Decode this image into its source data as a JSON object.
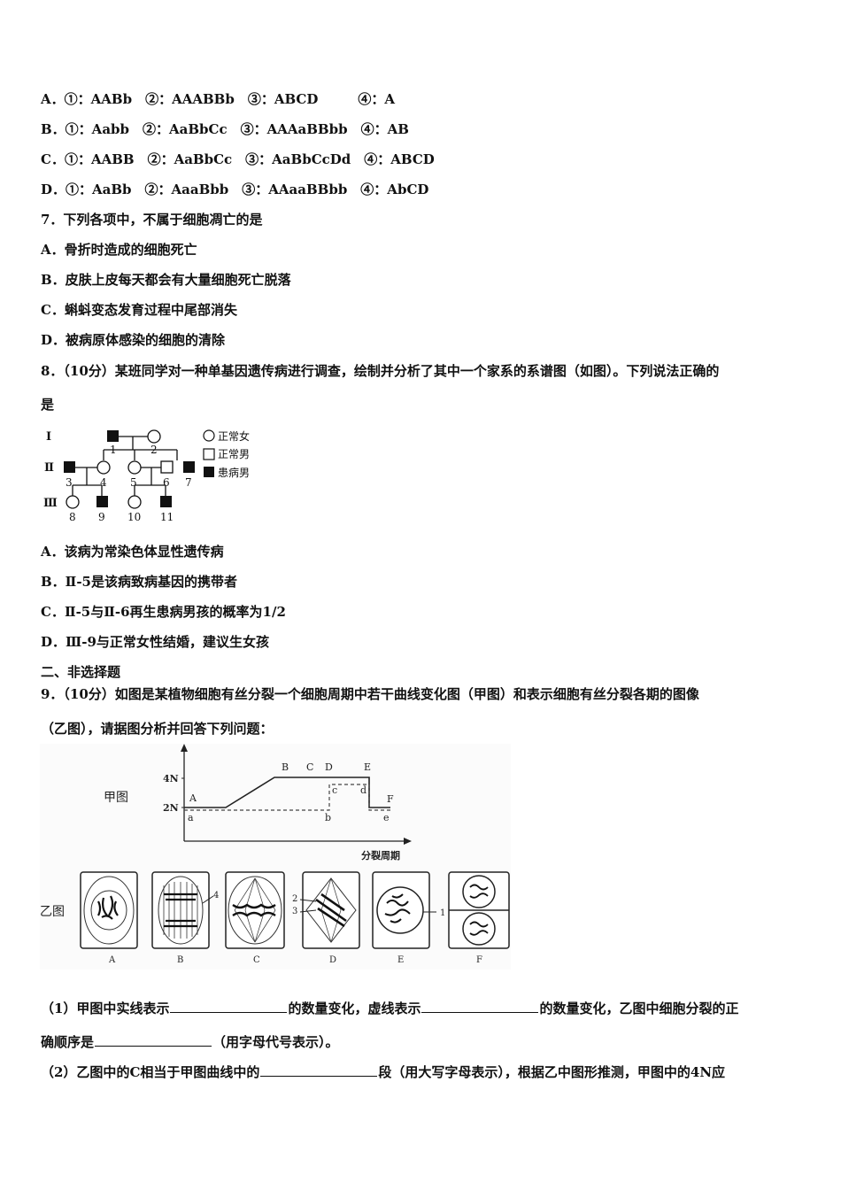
{
  "q6_options": [
    "A．①：AABb　②：AAABBb　③：ABCD　　　④：A",
    "B．①：Aabb　②：AaBbCc　③：AAAaBBbb　④：AB",
    "C．①：AABB　②：AaBbCc　③：AaBbCcDd　④：ABCD",
    "D．①：AaBb　②：AaaBbb　③：AAaaBBbb　④：AbCD"
  ],
  "q7": {
    "stem": "7．下列各项中，不属于细胞凋亡的是",
    "options": [
      "A．骨折时造成的细胞死亡",
      "B．皮肤上皮每天都会有大量细胞死亡脱落",
      "C．蝌蚪变态发育过程中尾部消失",
      "D．被病原体感染的细胞的清除"
    ]
  },
  "q8": {
    "stem_line1": "8．（10分）某班同学对一种单基因遗传病进行调查，绘制并分析了其中一个家系的系谱图（如图）。下列说法正确的",
    "stem_line2": "是",
    "pedigree": {
      "generations": [
        "Ⅰ",
        "Ⅱ",
        "Ⅲ"
      ],
      "legend": [
        "正常女",
        "正常男",
        "患病男"
      ],
      "numbers": [
        "1",
        "2",
        "3",
        "4",
        "5",
        "6",
        "7",
        "8",
        "9",
        "10",
        "11"
      ]
    },
    "options": [
      "A．该病为常染色体显性遗传病",
      "B．Ⅱ-5是该病致病基因的携带者",
      "C．Ⅱ-5与Ⅱ-6再生患病男孩的概率为1/2",
      "D．Ⅲ-9与正常女性结婚，建议生女孩"
    ]
  },
  "section2": "二、非选择题",
  "q9": {
    "stem_line1": "9．（10分）如图是某植物细胞有丝分裂一个细胞周期中若干曲线变化图（甲图）和表示细胞有丝分裂各期的图像",
    "stem_line2": "（乙图），请据图分析并回答下列问题：",
    "figure": {
      "jia_label": "甲图",
      "yi_label": "乙图",
      "y_ticks": [
        "4N",
        "2N"
      ],
      "x_axis_label": "分裂周期",
      "curve_labels_upper": [
        "A",
        "B",
        "C",
        "D",
        "E",
        "F"
      ],
      "curve_labels_lower": [
        "a",
        "b",
        "c",
        "d",
        "e"
      ],
      "cell_labels": [
        "A",
        "B",
        "C",
        "D",
        "E",
        "F"
      ],
      "pointer_numbers": [
        "4",
        "2",
        "3",
        "1"
      ]
    },
    "p1_a": "（1）甲图中实线表示",
    "p1_b": "的数量变化，虚线表示",
    "p1_c": "的数量变化，乙图中细胞分裂的正",
    "p1_d": "确顺序是",
    "p1_e": "（用字母代号表示）。",
    "p2_a": "（2）乙图中的C相当于甲图曲线中的",
    "p2_b": "段（用大写字母表示），根据乙中图形推测，甲图中的4N应"
  }
}
